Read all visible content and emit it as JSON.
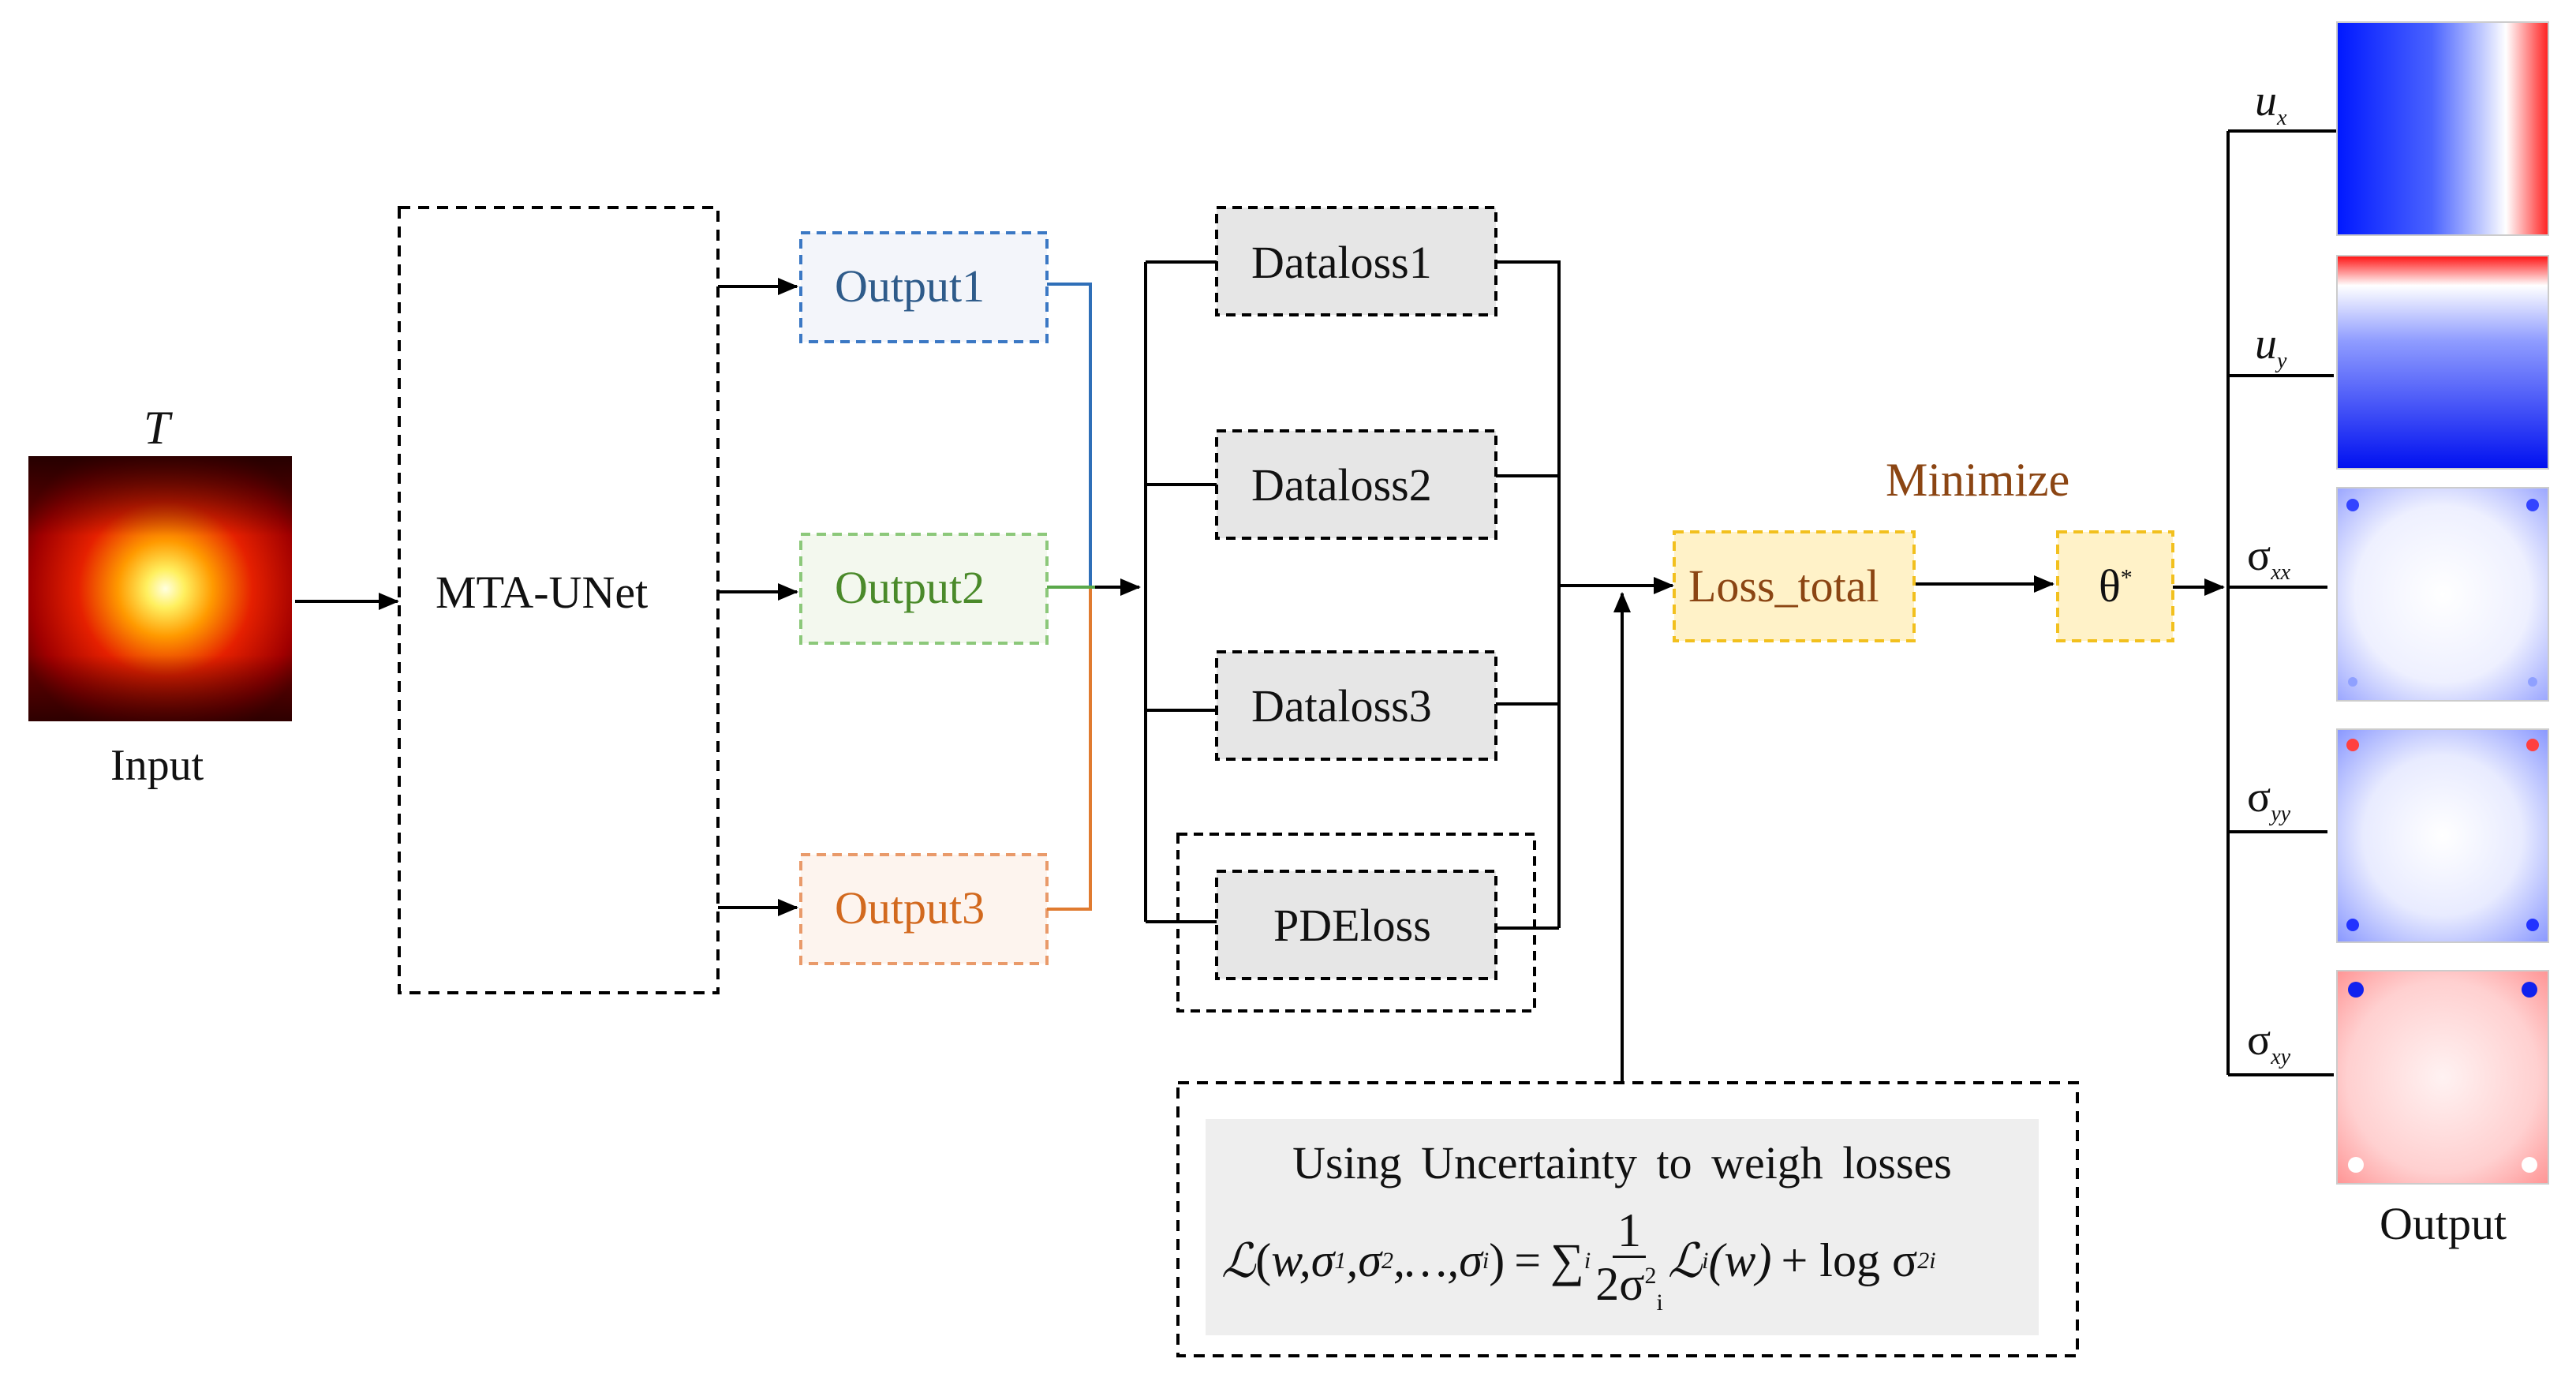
{
  "input": {
    "symbol": "T",
    "caption": "Input"
  },
  "network": {
    "label": "MTA-UNet"
  },
  "outputs": [
    {
      "label": "Output1",
      "color": "#2e5b8a"
    },
    {
      "label": "Output2",
      "color": "#4a8a2a"
    },
    {
      "label": "Output3",
      "color": "#d2691e"
    }
  ],
  "losses": [
    {
      "label": "Dataloss1"
    },
    {
      "label": "Dataloss2"
    },
    {
      "label": "Dataloss3"
    },
    {
      "label": "PDEloss"
    }
  ],
  "total": {
    "label": "Loss_total"
  },
  "optimizer": {
    "label": "Minimize",
    "color": "#8b4513",
    "theta": "θ",
    "theta_sup": "*"
  },
  "uncertainty": {
    "title": "Using Uncertainty to weigh losses",
    "formula": {
      "L": "ℒ",
      "args": "w,σ",
      "sub1": "1",
      "sep2": ",σ",
      "sub2": "2",
      "ellipsis": ",…,σ",
      "subi": "i",
      "eq": "=",
      "sum": "∑",
      "sum_sub": "i",
      "num": "1",
      "den": "2σ",
      "den_sup": "2",
      "den_sub": "i",
      "Li": "ℒ",
      "Li_sub": "i",
      "Li_arg": "(w)",
      "plus_log": "+ log σ",
      "log_sup": "2",
      "log_sub": "i"
    }
  },
  "output_fields": [
    {
      "symbol": "u",
      "sub": "x"
    },
    {
      "symbol": "u",
      "sub": "y"
    },
    {
      "symbol": "σ",
      "sub": "xx"
    },
    {
      "symbol": "σ",
      "sub": "yy"
    },
    {
      "symbol": "σ",
      "sub": "xy"
    }
  ],
  "output_caption": "Output"
}
